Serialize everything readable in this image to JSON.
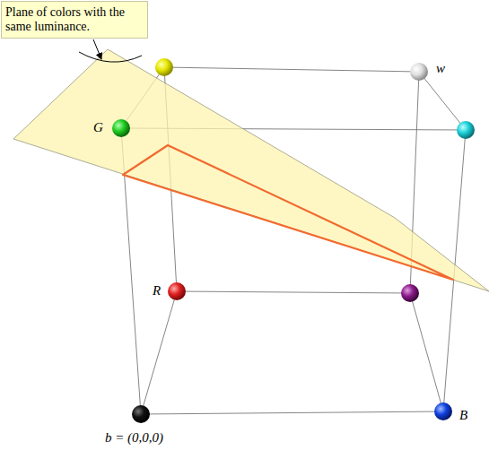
{
  "diagram": {
    "nodes": [
      {
        "text": [
          "Plane of colors with the same luminance."
        ]
      }
    ],
    "edges": [],
    "labels": [
      "G",
      "R",
      "w",
      "B",
      "b = (0,0,0)"
    ]
  }
}
